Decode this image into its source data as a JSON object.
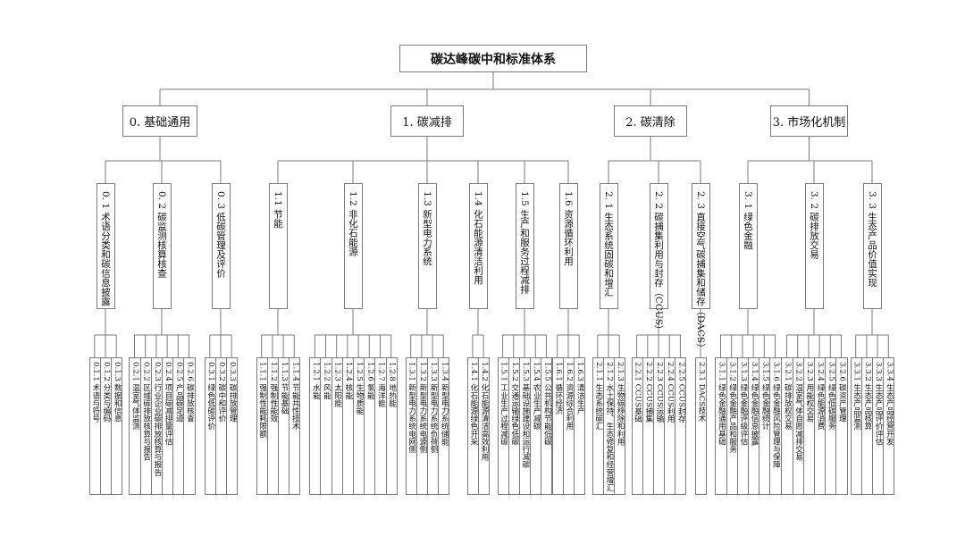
{
  "title": "碳达峰碳中和标准体系",
  "colors": {
    "line": "#7a7a7a",
    "text": "#111111"
  },
  "categories": [
    {
      "label": "0. 基础通用",
      "children": [
        {
          "label": "0. 1  术语分类和碳信息披露",
          "leaves": [
            "0.1.1 术语与符号",
            "0.1.2 分类与编码",
            "0.1.3 数据和信息"
          ]
        },
        {
          "label": "0. 2  碳监测核算核查",
          "leaves": [
            "0.2.1 温室气体监测",
            "0.2.2 区域碳排放核算与报告",
            "0.2.3 行业企业碳排放核算与报告",
            "0.2.4 项目碳减排量评估",
            "0.2.5 产品碳足迹",
            "0.2.6 碳排放核查"
          ]
        },
        {
          "label": "0. 3  低碳管理及评价",
          "leaves": [
            "0.3.1 绿色低碳评价",
            "0.3.2 碳中和评价",
            "0.3.3 碳排放管理"
          ]
        }
      ]
    },
    {
      "label": "1. 碳减排",
      "children": [
        {
          "label": "1.1  节能",
          "leaves": [
            "1.1.1 强制性能耗限额",
            "1.1.2 强制性能效",
            "1.1.3 节能基础",
            "1.1.4 节能共性技术"
          ]
        },
        {
          "label": "1.2  非化石能源",
          "leaves": [
            "1.2.1 水能",
            "1.2.2 风能",
            "1.2.3 太阳能",
            "1.2.4 核能",
            "1.2.5 生物质能",
            "1.2.6 氢能",
            "1.2.7 海洋能",
            "1.2.8 地热能"
          ]
        },
        {
          "label": "1.3  新型电力系统",
          "leaves": [
            "1.3.1 新型电力系统电网侧",
            "1.3.2 新型电力系统电源侧",
            "1.3.3 新型电力系统负荷侧",
            "1.3.4 新型电力系统储能"
          ]
        },
        {
          "label": "1.4  化石能源清洁利用",
          "leaves": [
            "1.4.1 化石能源绿色开采",
            "1.4.2 化石能源清洁高效利用"
          ]
        },
        {
          "label": "1.5  生产和服务过程减排",
          "leaves": [
            "1.5.1 工业生产过程减碳",
            "1.5.2 交通运输绿色低碳",
            "1.5.3 基础设施建设和运行减碳",
            "1.5.4 农业生产减碳",
            "1.5.5 公共机构节能低碳"
          ]
        },
        {
          "label": "1.6  资源循环利用",
          "leaves": [
            "1.6.1 循环经济",
            "1.6.2 资源综合利用",
            "1.6.3 清洁生产"
          ]
        }
      ]
    },
    {
      "label": "2. 碳清除",
      "children": [
        {
          "label": "2. 1  生态系统固碳和增汇",
          "leaves": [
            "2.1.1 生态系统碳汇",
            "2.1.2 水土保持、生态修复和经营增汇",
            "2.1.3 生物碳移除和利用"
          ]
        },
        {
          "label": "2. 2  碳捕集利用与封存（CCUS）",
          "leaves": [
            "2.2.1 CCUS基础",
            "2.2.2 CCUS捕集",
            "2.2.3 CCUS运输",
            "2.2.4 CCUS利用",
            "2.2.5 CCUS封存"
          ]
        },
        {
          "label": "2. 3  直接空气碳捕集和储存（DACS）",
          "leaves": [
            "2.3.1 DACS技术"
          ]
        }
      ]
    },
    {
      "label": "3. 市场化机制",
      "children": [
        {
          "label": "3. 1  绿色金融",
          "leaves": [
            "3.1.1 绿色金融通用基础",
            "3.1.2 绿色金融产品和服务",
            "3.1.3 绿色金融评级评估",
            "3.1.4 绿色金融信息披露",
            "3.1.5 绿色金融统计",
            "3.1.6 绿色金融风险管理与保障"
          ]
        },
        {
          "label": "3. 2  碳排放交易",
          "leaves": [
            "3.2.1 碳排放权交易",
            "3.2.2 温室气体自愿减排交易",
            "3.2.3 用能权交易",
            "3.2.4 绿色能源消费",
            "3.2.5 绿色低碳服务",
            "3.2.6 碳资产管理"
          ]
        },
        {
          "label": "3. 3  生态产品价值实现",
          "leaves": [
            "3.3.1 生态产品监测",
            "3.3.2 生态产品核算",
            "3.3.3 生态产品评价评估",
            "3.3.4 生态产品经营开发"
          ]
        }
      ]
    }
  ]
}
